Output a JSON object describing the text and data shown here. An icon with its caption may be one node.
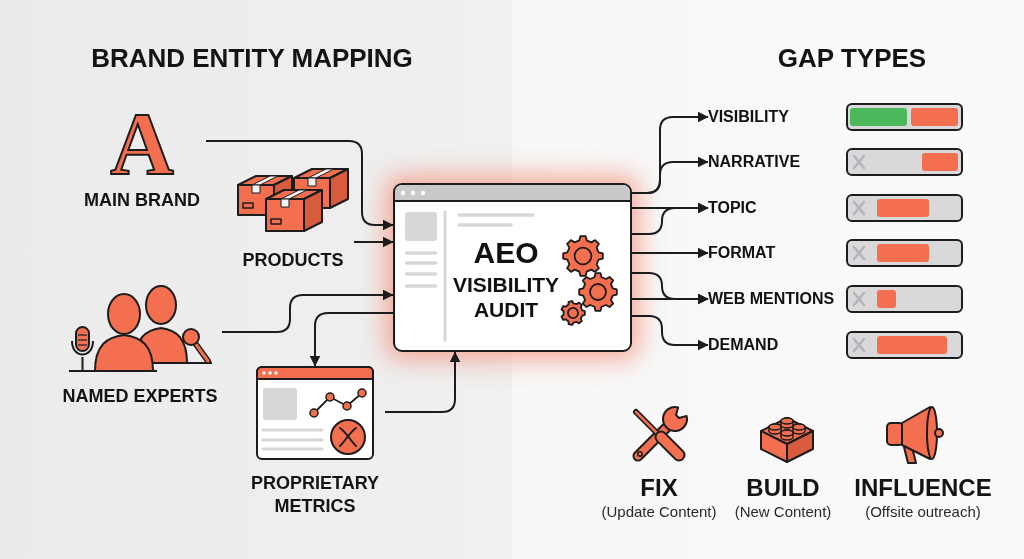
{
  "diagram": {
    "nodes": [
      {
        "text": [
          "A",
          "MAIN BRAND"
        ]
      },
      {
        "text": [
          "PRODUCTS"
        ]
      },
      {
        "text": [
          "NAMED EXPERTS"
        ]
      },
      {
        "text": [
          "PROPRIETARY METRICS"
        ]
      },
      {
        "text": [
          "AEO",
          "VISIBILITY AUDIT"
        ]
      },
      {
        "text": [
          "VISIBILITY"
        ]
      },
      {
        "text": [
          "NARRATIVE"
        ]
      },
      {
        "text": [
          "TOPIC"
        ]
      },
      {
        "text": [
          "FORMAT"
        ]
      },
      {
        "text": [
          "WEB MENTIONS"
        ]
      },
      {
        "text": [
          "DEMAND"
        ]
      }
    ],
    "edges": [
      {
        "from": 0,
        "to": 4,
        "arrow": "to"
      },
      {
        "from": 1,
        "to": 4,
        "arrow": "to"
      },
      {
        "from": 2,
        "to": 4,
        "arrow": "to"
      },
      {
        "from": 4,
        "to": 3,
        "arrow": "to"
      },
      {
        "from": 3,
        "to": 4,
        "arrow": "to"
      },
      {
        "from": 4,
        "to": 5,
        "arrow": "to"
      },
      {
        "from": 4,
        "to": 6,
        "arrow": "to"
      },
      {
        "from": 4,
        "to": 7,
        "arrow": "to"
      },
      {
        "from": 4,
        "to": 7,
        "arrow": "to"
      },
      {
        "from": 4,
        "to": 8,
        "arrow": "to"
      },
      {
        "from": 4,
        "to": 9,
        "arrow": "to"
      },
      {
        "from": 4,
        "to": 9,
        "arrow": "to"
      },
      {
        "from": 4,
        "to": 10,
        "arrow": "to"
      }
    ],
    "labels": [
      "BRAND ENTITY MAPPING",
      "GAP TYPES",
      "FIX",
      "(Update Content)",
      "BUILD",
      "(New Content)",
      "INFLUENCE",
      "(Offsite outreach)"
    ]
  }
}
